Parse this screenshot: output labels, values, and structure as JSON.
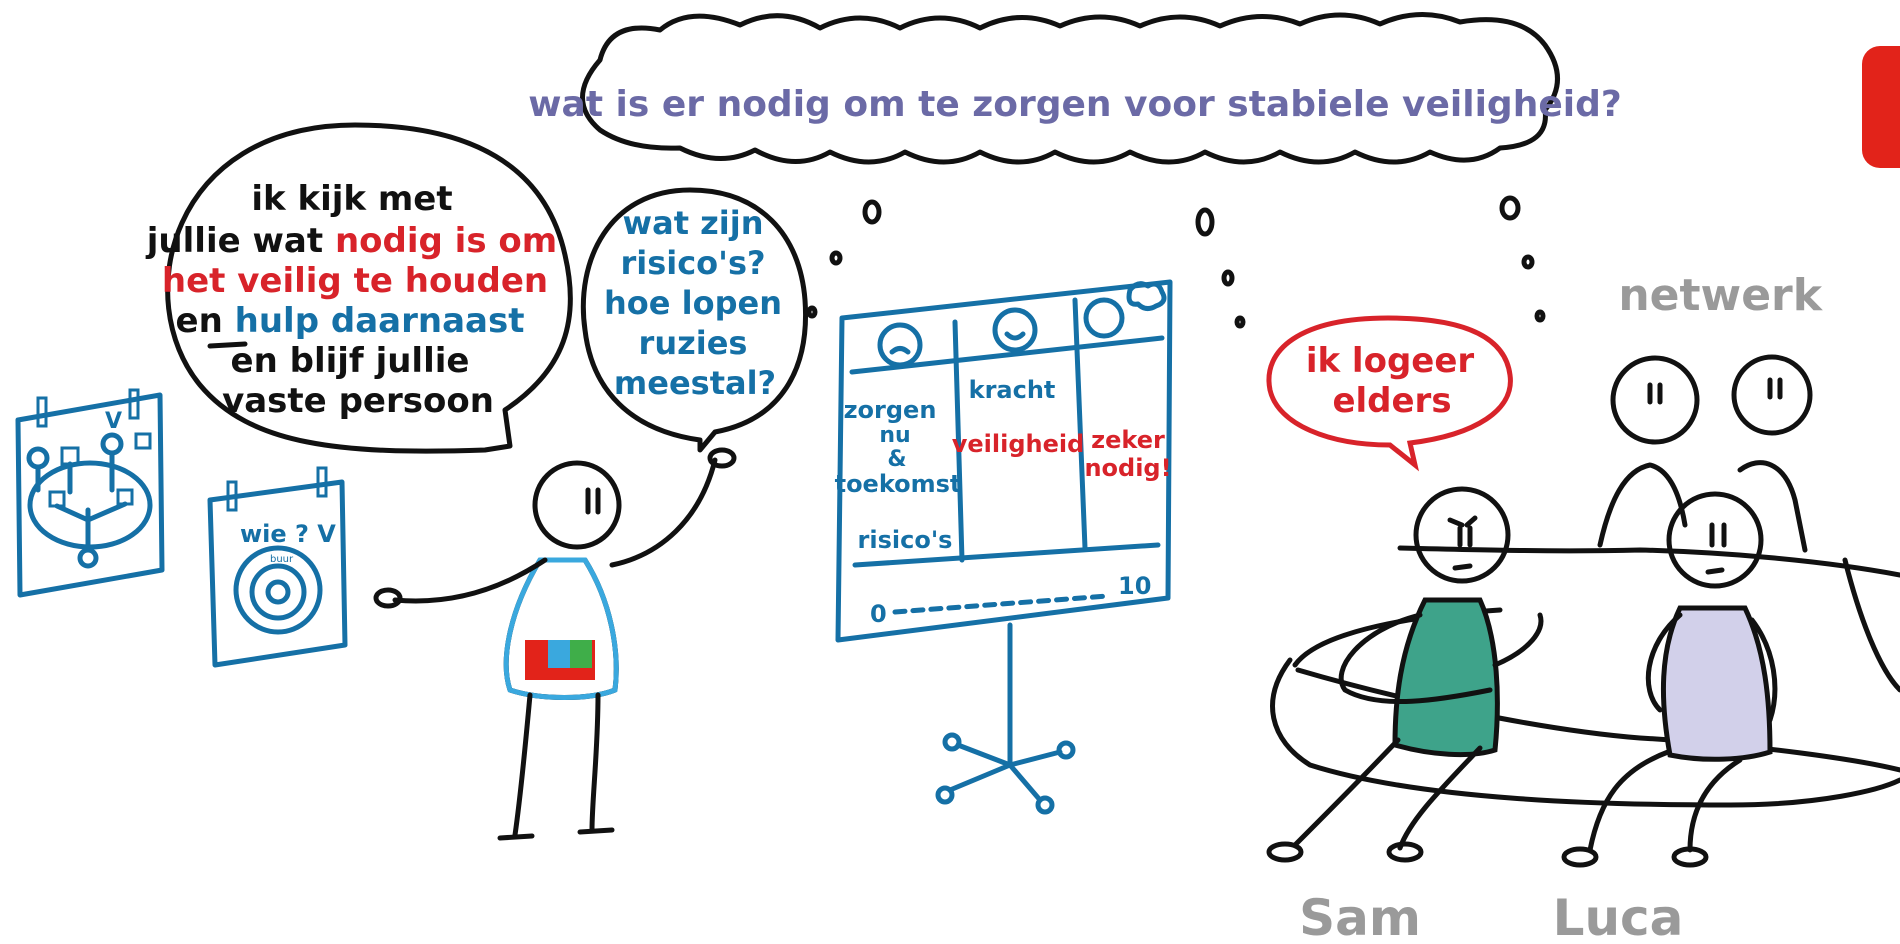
{
  "colors": {
    "ink": "#111111",
    "red": "#d8232a",
    "blue": "#1570a6",
    "purple": "#6b6aa6",
    "grey": "#9a9a9a",
    "teal": "#3ea38a",
    "lavender": "#d2d0ea",
    "logo_red": "#e2231a",
    "logo_blue": "#3aa8de",
    "logo_green": "#3fae49"
  },
  "thought_bubble": {
    "question": "wat is er nodig om te zorgen voor stabiele veiligheid?"
  },
  "speech_left": {
    "line1": "ik kijk met",
    "line2_a": "jullie wat ",
    "line2_b": "nodig is om",
    "line3": "het veilig te houden",
    "line4_a": "en",
    "line4_b": " hulp daarnaast",
    "line5": "en blijf jullie",
    "line6": "vaste persoon"
  },
  "speech_middle": {
    "lines": [
      "wat zijn",
      "risico's?",
      "hoe lopen",
      "ruzies",
      "meestal?"
    ]
  },
  "poster_left_bottom": {
    "title": "wie ? V",
    "center_label": "buur"
  },
  "poster_left_top": {
    "mark": "V"
  },
  "flipchart": {
    "col1_label": "zorgen",
    "col1_sub1": "nu",
    "col1_sub2": "&",
    "col1_sub3": "toekomst",
    "col1_bottom": "risico's",
    "col2_label": "kracht",
    "col2_value": "veiligheid",
    "col3_value1": "zeker",
    "col3_value2": "nodig!",
    "scale_min": "0",
    "scale_max": "10"
  },
  "speech_right": {
    "line1": "ik logeer",
    "line2": "elders"
  },
  "labels": {
    "netwerk": "netwerk",
    "sam": "Sam",
    "luca": "Luca"
  }
}
